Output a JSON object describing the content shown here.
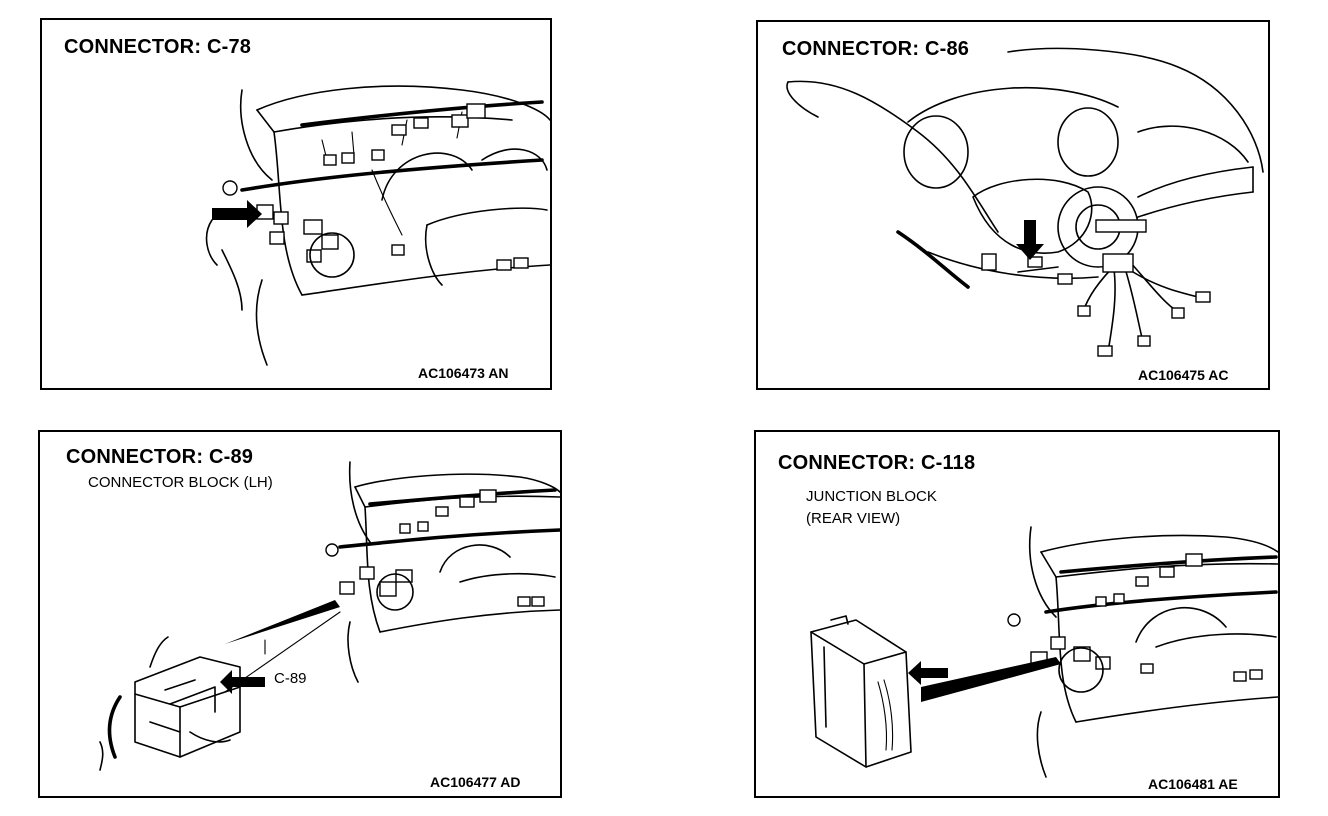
{
  "panels": [
    {
      "title": "CONNECTOR: C-78",
      "code": "AC106473 AN"
    },
    {
      "title": "CONNECTOR: C-86",
      "code": "AC106475 AC"
    },
    {
      "title": "CONNECTOR: C-89",
      "subtitle": "CONNECTOR BLOCK (LH)",
      "callout": "C-89",
      "code": "AC106477 AD"
    },
    {
      "title": "CONNECTOR: C-118",
      "subtitle_line1": "JUNCTION BLOCK",
      "subtitle_line2": "(REAR VIEW)",
      "code": "AC106481 AE"
    }
  ]
}
